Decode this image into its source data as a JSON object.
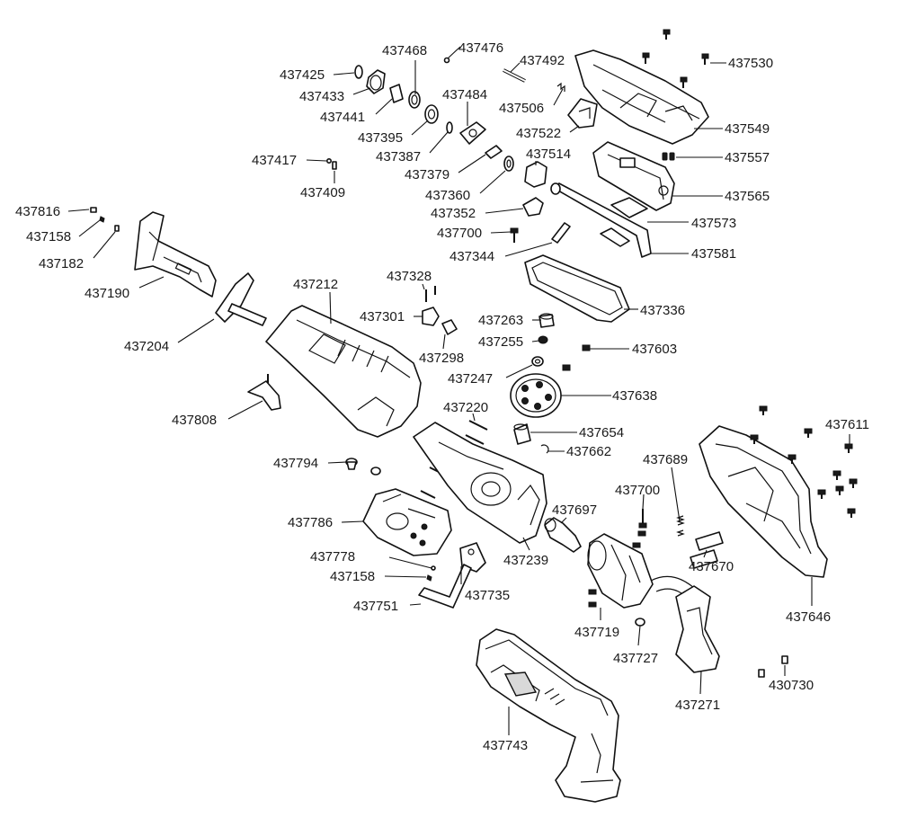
{
  "diagram": {
    "colors": {
      "ink": "#111111",
      "background": "#ffffff",
      "shade": "#d9d9d9"
    },
    "part_numbers": {
      "p437425": "437425",
      "p437468": "437468",
      "p437476": "437476",
      "p437492": "437492",
      "p437530": "437530",
      "p437433": "437433",
      "p437441": "437441",
      "p437484": "437484",
      "p437506": "437506",
      "p437549": "437549",
      "p437395": "437395",
      "p437522": "437522",
      "p437387": "437387",
      "p437514": "437514",
      "p437557": "437557",
      "p437417": "437417",
      "p437379": "437379",
      "p437409": "437409",
      "p437360": "437360",
      "p437565": "437565",
      "p437816": "437816",
      "p437352": "437352",
      "p437573": "437573",
      "p437158a": "437158",
      "p437700a": "437700",
      "p437182": "437182",
      "p437344": "437344",
      "p437581": "437581",
      "p437190": "437190",
      "p437328": "437328",
      "p437212": "437212",
      "p437336": "437336",
      "p437301": "437301",
      "p437263": "437263",
      "p437204": "437204",
      "p437255": "437255",
      "p437298": "437298",
      "p437603": "437603",
      "p437247": "437247",
      "p437638": "437638",
      "p437220": "437220",
      "p437808": "437808",
      "p437654": "437654",
      "p437611": "437611",
      "p437662": "437662",
      "p437689": "437689",
      "p437794": "437794",
      "p437700b": "437700",
      "p437697": "437697",
      "p437786": "437786",
      "p437239": "437239",
      "p437670": "437670",
      "p437778": "437778",
      "p437158b": "437158",
      "p437735": "437735",
      "p437751": "437751",
      "p437646": "437646",
      "p437719": "437719",
      "p437727": "437727",
      "p430730": "430730",
      "p437271": "437271",
      "p437743": "437743"
    }
  }
}
